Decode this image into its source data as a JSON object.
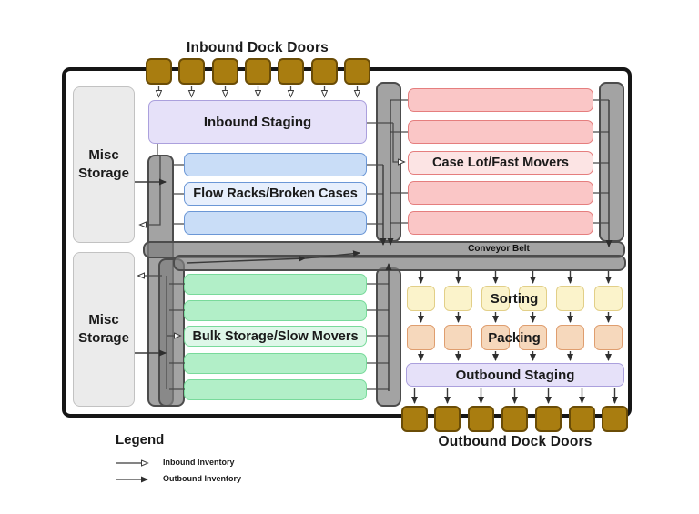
{
  "titles": {
    "inbound_docks": "Inbound Dock Doors",
    "outbound_docks": "Outbound Dock Doors"
  },
  "zones": {
    "inbound_staging": {
      "label": "Inbound Staging",
      "color": "#e6e1f9"
    },
    "misc_storage_top": {
      "label": "Misc Storage",
      "color": "#ebebeb"
    },
    "misc_storage_bottom": {
      "label": "Misc Storage",
      "color": "#ebebeb"
    },
    "flow_racks": {
      "label": "Flow Racks/Broken Cases",
      "color": "#c9ddf7",
      "rows": 3
    },
    "case_lot": {
      "label": "Case Lot/Fast Movers",
      "color": "#fac6c6",
      "rows": 5
    },
    "bulk_storage": {
      "label": "Bulk Storage/Slow Movers",
      "color": "#b2efc8",
      "rows": 5
    },
    "conveyor": {
      "label": "Conveyor Belt",
      "color": "#9a9a9a"
    },
    "sorting": {
      "label": "Sorting",
      "color": "#fbf3cb",
      "stations": 6
    },
    "packing": {
      "label": "Packing",
      "color": "#f6d8bc",
      "stations": 6
    },
    "outbound_staging": {
      "label": "Outbound Staging",
      "color": "#e6e1f9"
    }
  },
  "docks": {
    "inbound_count": 7,
    "outbound_count": 7,
    "door_color": "#a97d10"
  },
  "legend": {
    "title": "Legend",
    "items": [
      {
        "label": "Inbound Inventory",
        "arrow": "open"
      },
      {
        "label": "Outbound Inventory",
        "arrow": "filled"
      }
    ]
  }
}
